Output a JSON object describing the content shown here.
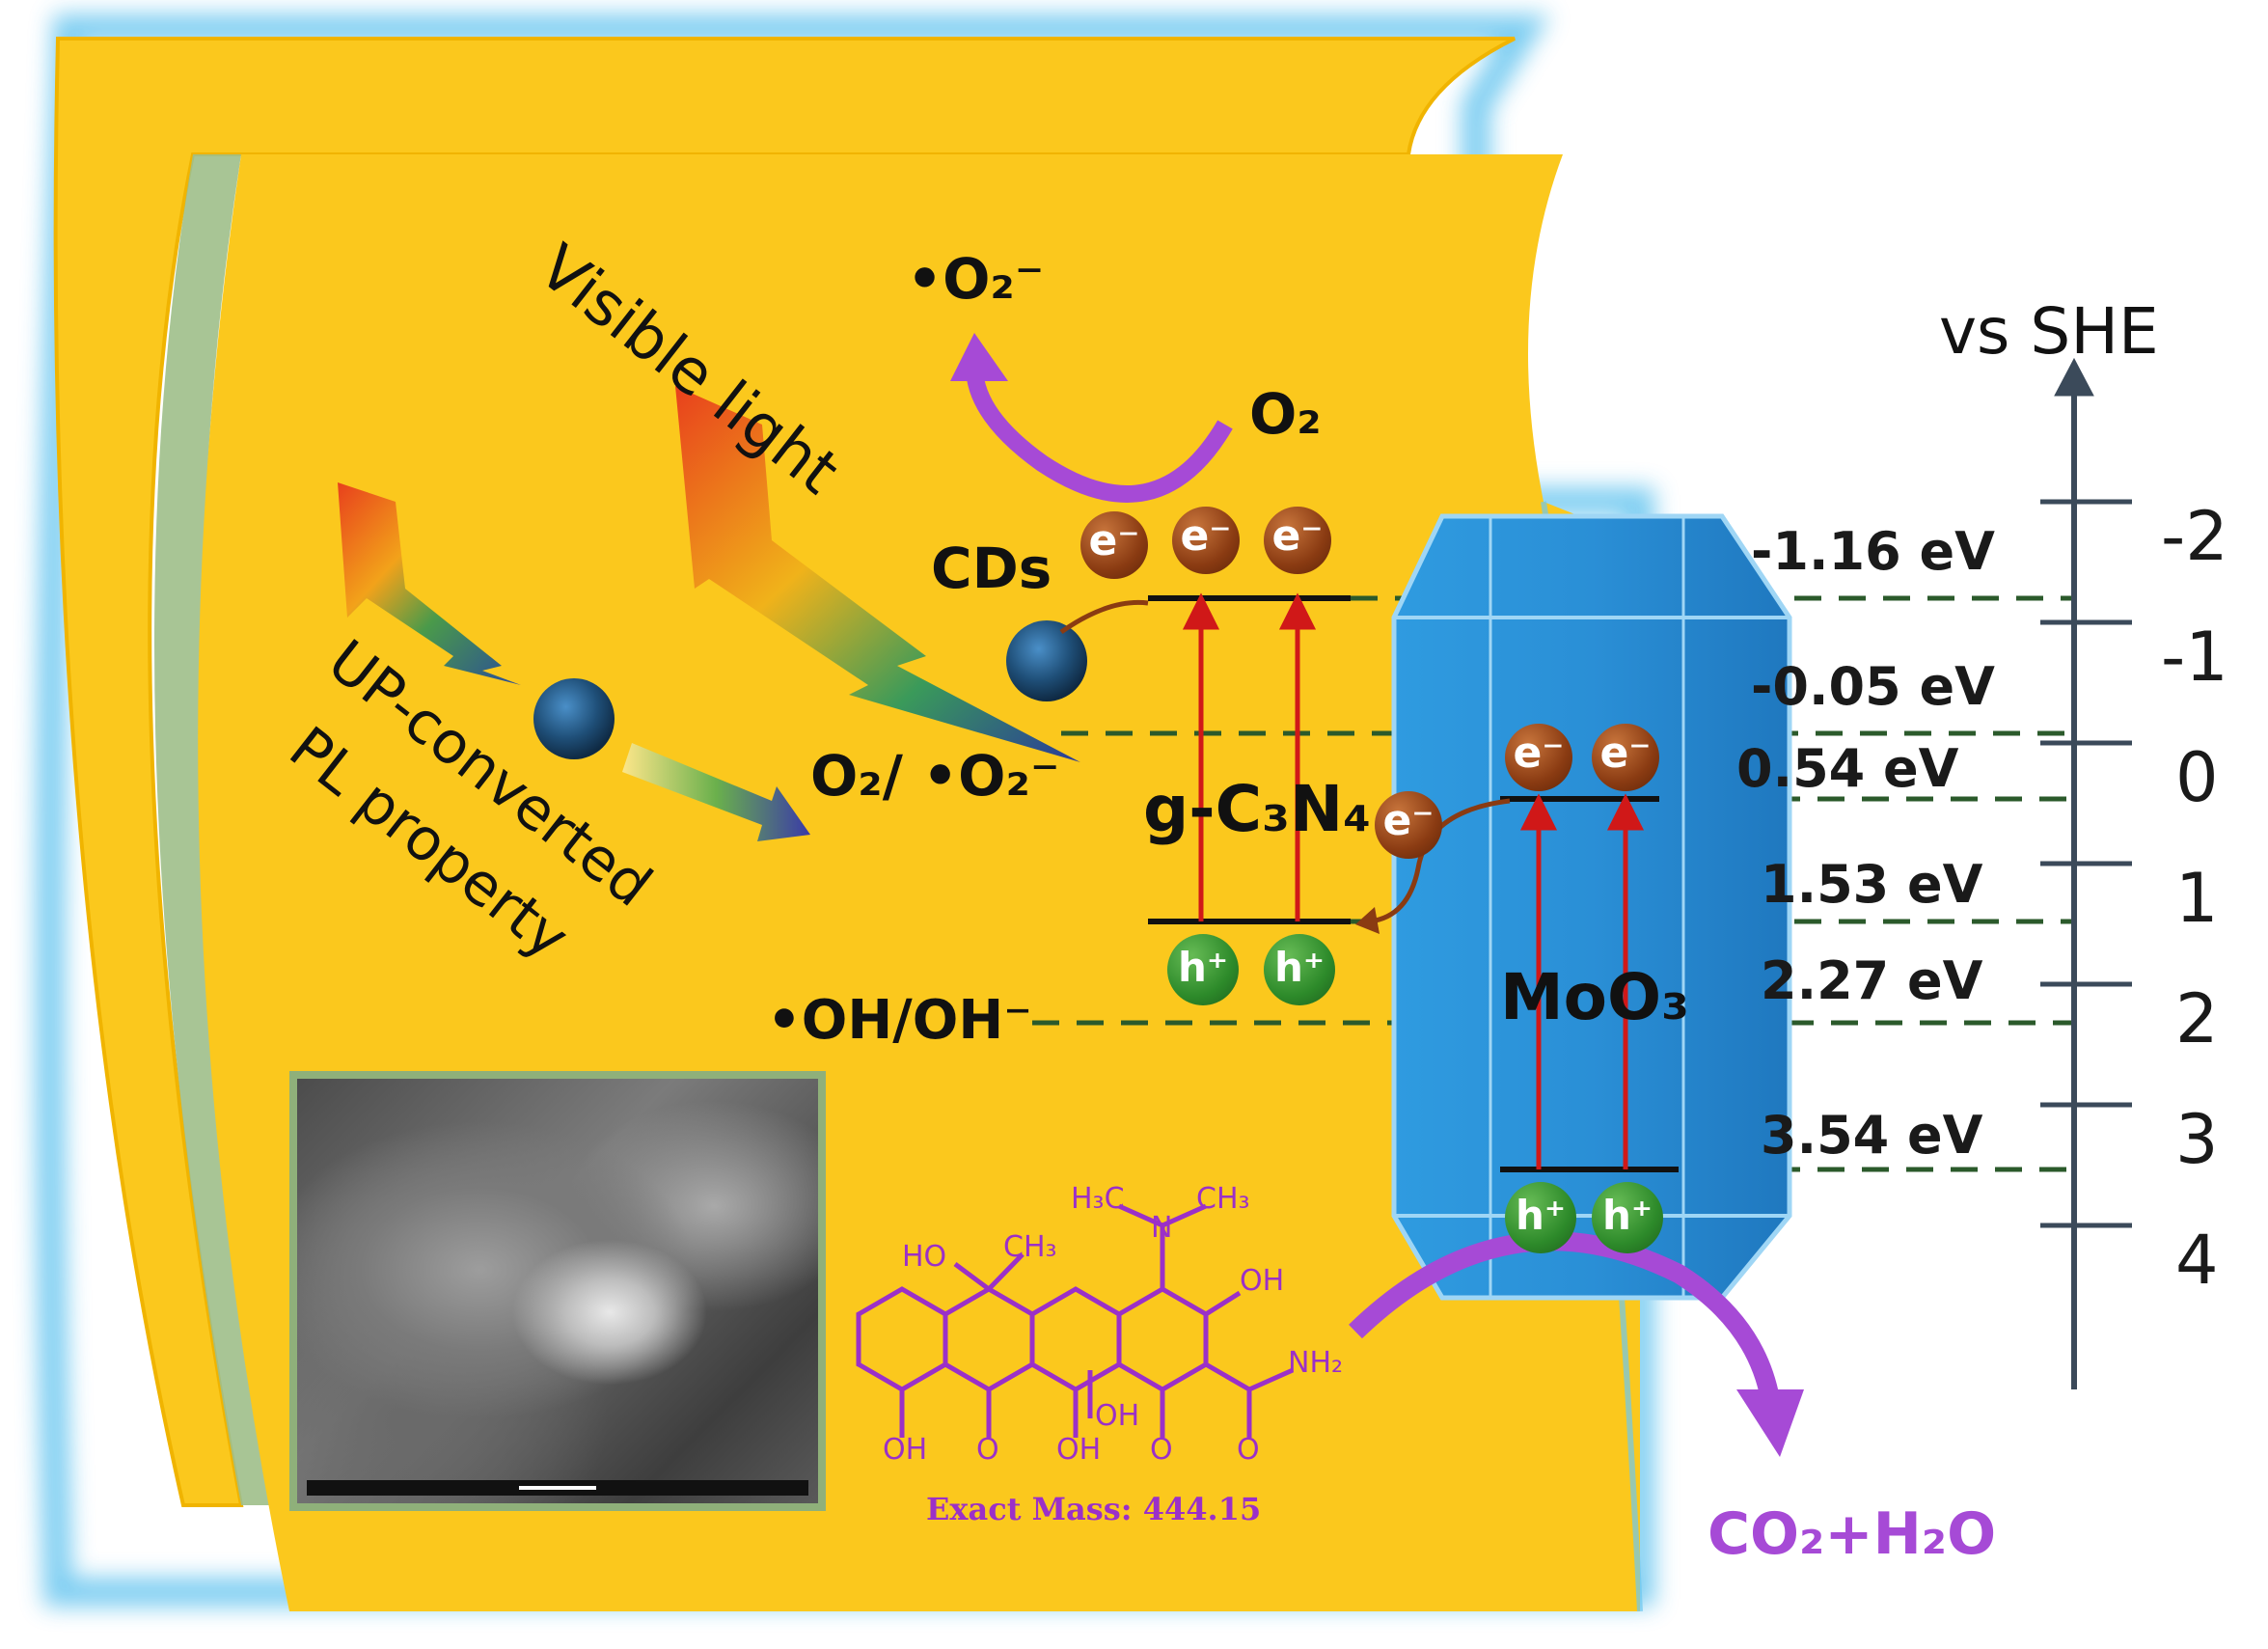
{
  "axis": {
    "title": "vs SHE",
    "ticks": [
      "-2",
      "-1",
      "0",
      "1",
      "2",
      "3",
      "4"
    ]
  },
  "energy_levels": {
    "cds_cb": "-1.16 eV",
    "o2_redox": "-0.05 eV",
    "moo3_cb": "0.54 eV",
    "g_c3n4_vb": "1.53 eV",
    "oh_redox": "2.27 eV",
    "moo3_vb": "3.54 eV"
  },
  "labels": {
    "visible_light": "Visible light",
    "up_converted_line1": "UP-converted",
    "up_converted_line2": "PL property",
    "cds": "CDs",
    "superoxide_top": "•O₂⁻",
    "o2": "O₂",
    "o2_couple": "O₂/ •O₂⁻",
    "g_c3n4": "g-C₃N₄",
    "oh_couple": "•OH/OH⁻",
    "moo3": "MoO₃",
    "products": "CO₂+H₂O",
    "exact_mass": "Exact Mass: 444.15"
  },
  "carriers": {
    "electron": "e⁻",
    "hole": "h⁺"
  },
  "molecule_labels": {
    "h3c": "H₃C",
    "n": "N",
    "ch3_right": "CH₃",
    "ho_ch3": "HO",
    "ch3_left": "CH₃",
    "oh_top": "OH",
    "nh2": "NH₂",
    "oh_bottom_left": "OH",
    "o1": "O",
    "oh_mid": "OH",
    "oh_center": "OH",
    "o2": "O",
    "o3": "O"
  },
  "colors": {
    "background_band": "#fbc81d",
    "glow": "#6ec8f0",
    "moo3_crystal": "#2a8fd6",
    "electron": "#8a3b12",
    "hole": "#2d8a2a",
    "arrow_red": "#d01818",
    "arrow_purple": "#a64ad6",
    "molecule": "#9b30c8",
    "dashed_line": "#2b5a2b"
  }
}
